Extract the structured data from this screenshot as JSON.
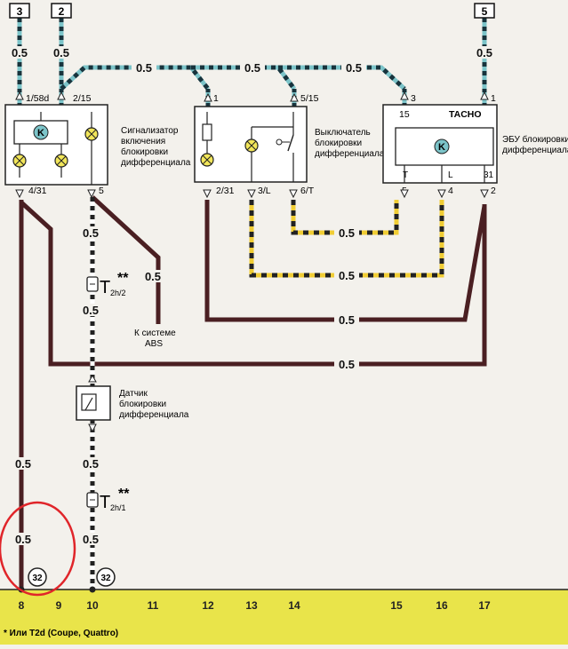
{
  "wires": {
    "gauge": "0.5"
  },
  "terminals": {
    "top_left": "3",
    "top_mid": "2",
    "top_right": "5"
  },
  "modules": {
    "indicator": {
      "label_lines": [
        "Сигнализатор",
        "включения",
        "блокировки",
        "дифференциала"
      ],
      "pin_in1": "1/58d",
      "pin_in2": "2/15",
      "pin_out1": "4/31",
      "pin_out2": "5",
      "relay_letter": "K"
    },
    "switch": {
      "label_lines": [
        "Выключатель",
        "блокировки",
        "дифференциала"
      ],
      "pin_top1": "1",
      "pin_top2": "5/15",
      "pin_b1": "2/31",
      "pin_b2": "3/L",
      "pin_b3": "6/T"
    },
    "ecu": {
      "label_lines": [
        "ЭБУ блокировки",
        "дифференциала"
      ],
      "tacho": "TACHO",
      "pin_top1": "3",
      "pin_top2": "1",
      "pin_in15": "15",
      "pin_T": "T",
      "pin_L": "L",
      "pin_31": "31",
      "pin_b1": "5",
      "pin_b2": "4",
      "pin_b3": "2",
      "relay_letter": "K"
    },
    "sensor": {
      "label_lines": [
        "Датчик",
        "блокировки",
        "дифференциала"
      ]
    }
  },
  "connectors": {
    "c1": {
      "letter": "T",
      "sub": "2h/2",
      "stars": "**"
    },
    "c2": {
      "letter": "T",
      "sub": "2h/1",
      "stars": "**"
    }
  },
  "abs_label": [
    "К системе",
    "ABS"
  ],
  "ground": {
    "left": "32",
    "right": "32"
  },
  "bottom_ruler": [
    "8",
    "9",
    "10",
    "11",
    "12",
    "13",
    "14",
    "15",
    "16",
    "17"
  ],
  "footnote": "* Или T2d (Coupe, Quattro)",
  "colors": {
    "brown": "#4a1f22",
    "teal": "#7cc4c9",
    "wire_dark": "#17333c",
    "yellow": "#f0cd35",
    "bulb": "#f2e65a",
    "ruler_bg": "#e9e44a",
    "highlight": "#e0252a"
  }
}
